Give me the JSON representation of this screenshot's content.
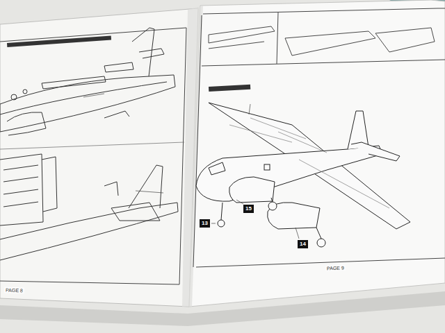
{
  "diagram": {
    "labels": [
      "PAGE 8",
      "PAGE 9",
      "15",
      "14",
      "13"
    ]
  }
}
